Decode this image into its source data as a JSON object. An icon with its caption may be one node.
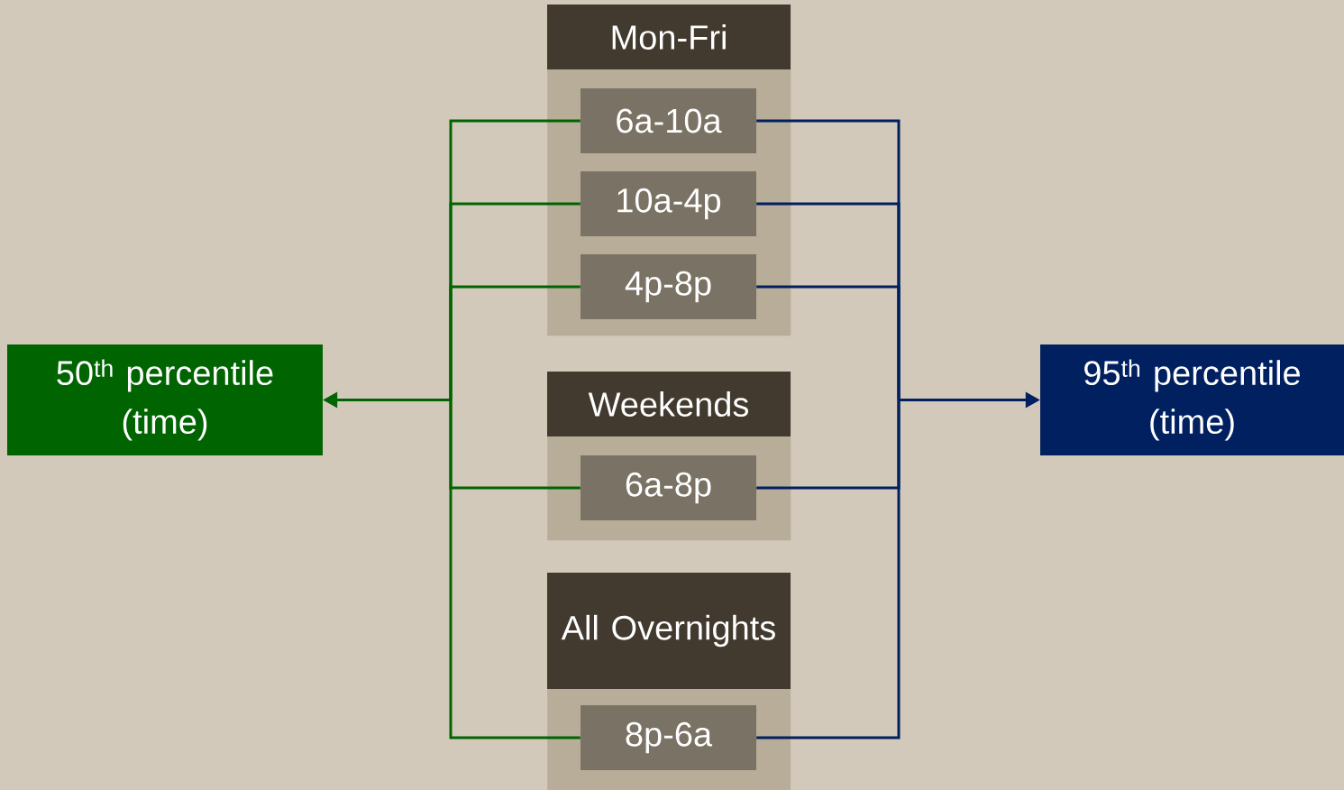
{
  "diagram": {
    "nodes": [
      {
        "text": [
          "Mon-Fri"
        ]
      },
      {
        "text": [
          "6a-10a"
        ],
        "in": 0
      },
      {
        "text": [
          "10a-4p"
        ],
        "in": 0
      },
      {
        "text": [
          "4p-8p"
        ],
        "in": 0
      },
      {
        "text": [
          "Weekends"
        ]
      },
      {
        "text": [
          "6a-8p"
        ],
        "in": 4
      },
      {
        "text": [
          "All Overnights"
        ]
      },
      {
        "text": [
          "8p-6a"
        ],
        "in": 6
      },
      {
        "text": [
          "50$^{th}$ percentile (time)"
        ]
      },
      {
        "text": [
          "95$^{th}$ percentile (time)"
        ]
      }
    ],
    "edges": [
      {
        "from": 1,
        "to": 8,
        "arrow": "to",
        "color": "#006400"
      },
      {
        "from": 2,
        "to": 8,
        "arrow": "to",
        "color": "#006400"
      },
      {
        "from": 3,
        "to": 8,
        "arrow": "to",
        "color": "#006400"
      },
      {
        "from": 5,
        "to": 8,
        "arrow": "to",
        "color": "#006400"
      },
      {
        "from": 7,
        "to": 8,
        "arrow": "to",
        "color": "#006400"
      },
      {
        "from": 1,
        "to": 9,
        "arrow": "to",
        "color": "#002060"
      },
      {
        "from": 2,
        "to": 9,
        "arrow": "to",
        "color": "#002060"
      },
      {
        "from": 3,
        "to": 9,
        "arrow": "to",
        "color": "#002060"
      },
      {
        "from": 5,
        "to": 9,
        "arrow": "to",
        "color": "#002060"
      },
      {
        "from": 7,
        "to": 9,
        "arrow": "to",
        "color": "#002060"
      }
    ]
  }
}
